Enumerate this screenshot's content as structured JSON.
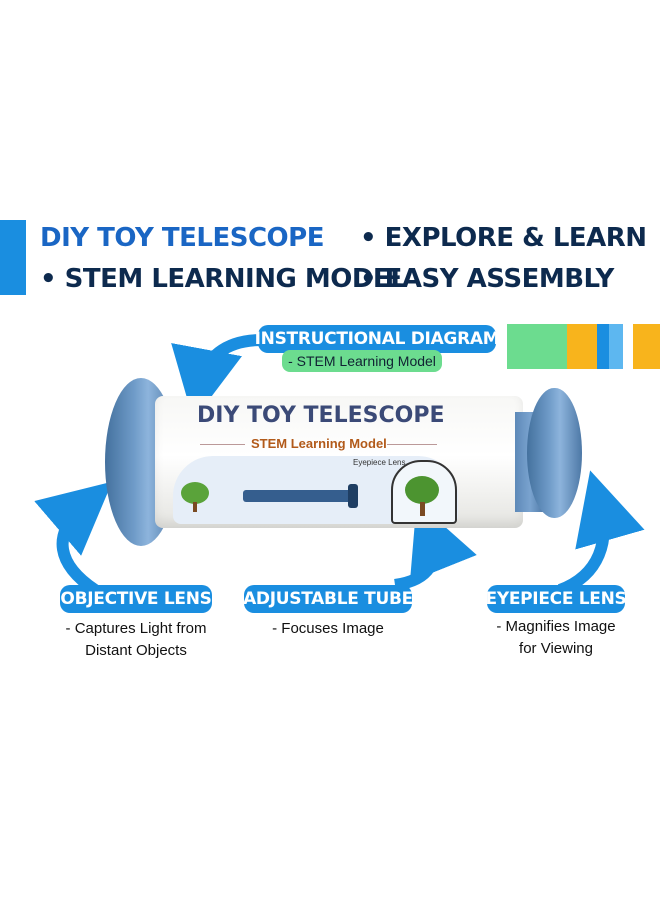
{
  "header": {
    "left_title": "DIY TOY TELESCOPE",
    "left_bullet": "• STEM LEARNING MODEL",
    "right_bullet_1": "• EXPLORE & LEARN",
    "right_bullet_2": "• EASY ASSEMBLY"
  },
  "callouts": {
    "instructional": {
      "label": "INSTRUCTIONAL DIAGRAM",
      "sublabel": "- STEM Learning Model"
    },
    "objective": {
      "label": "OBJECTIVE LENS",
      "desc_1": "- Captures Light from",
      "desc_2": "Distant Objects"
    },
    "tube": {
      "label": "ADJUSTABLE TUBE",
      "desc_1": "- Focuses Image"
    },
    "eyepiece": {
      "label": "EYEPIECE LENS",
      "desc_1": "- Magnifies Image",
      "desc_2": "for Viewing"
    }
  },
  "telescope_label": {
    "title": "DIY TOY TELESCOPE",
    "subtitle": "STEM Learning Model",
    "diagram_note": "Eyepiece Lens"
  },
  "colors": {
    "accent_blue": "#1a8ee0",
    "heading_blue": "#1a66c4",
    "heading_dark": "#0d2a4e",
    "green": "#6cdc8f",
    "orange": "#f8b41c",
    "foam_blue": "#6f9bc8"
  }
}
